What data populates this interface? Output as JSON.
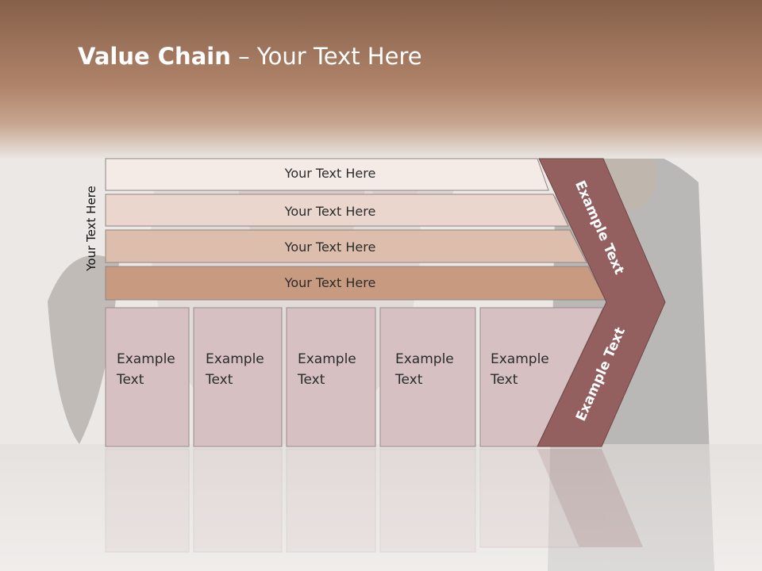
{
  "title": {
    "bold": "Value Chain",
    "rest": " – Your Text Here"
  },
  "side_label": "Your Text Here",
  "rows": [
    {
      "label": "Your Text Here",
      "color": "#f4ebe7"
    },
    {
      "label": "Your Text Here",
      "color": "#ead6cd"
    },
    {
      "label": "Your Text Here",
      "color": "#ddbdac"
    },
    {
      "label": "Your Text Here",
      "color": "#c89a80"
    }
  ],
  "boxes": [
    {
      "label": "Example\nText"
    },
    {
      "label": "Example\nText"
    },
    {
      "label": "Example\nText"
    },
    {
      "label": "Example\nText"
    },
    {
      "label": "Example\nText"
    }
  ],
  "arrow": {
    "top_label": "Example Text",
    "bottom_label": "Example Text",
    "color": "#93605f"
  },
  "colors": {
    "header": "#a57456",
    "box": "#d6c0c1"
  }
}
